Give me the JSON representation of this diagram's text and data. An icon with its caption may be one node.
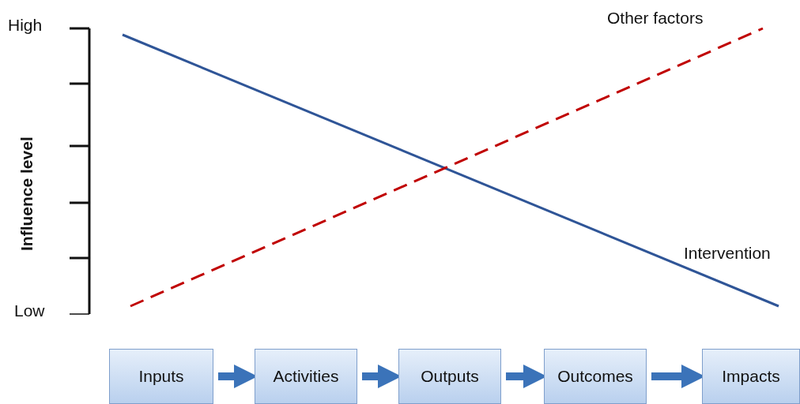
{
  "diagram": {
    "nodes": [
      {
        "text": [
          "Inputs"
        ]
      },
      {
        "text": [
          "Activities"
        ]
      },
      {
        "text": [
          "Outputs"
        ]
      },
      {
        "text": [
          "Outcomes"
        ]
      },
      {
        "text": [
          "Impacts"
        ]
      }
    ],
    "edges": [
      {
        "from": 0,
        "to": 1,
        "arrow": "to"
      },
      {
        "from": 1,
        "to": 2,
        "arrow": "to"
      },
      {
        "from": 2,
        "to": 3,
        "arrow": "to"
      },
      {
        "from": 3,
        "to": 4,
        "arrow": "to"
      }
    ],
    "labels": [
      "High",
      "Other factors",
      "Influence level",
      "Intervention",
      "Low"
    ]
  }
}
